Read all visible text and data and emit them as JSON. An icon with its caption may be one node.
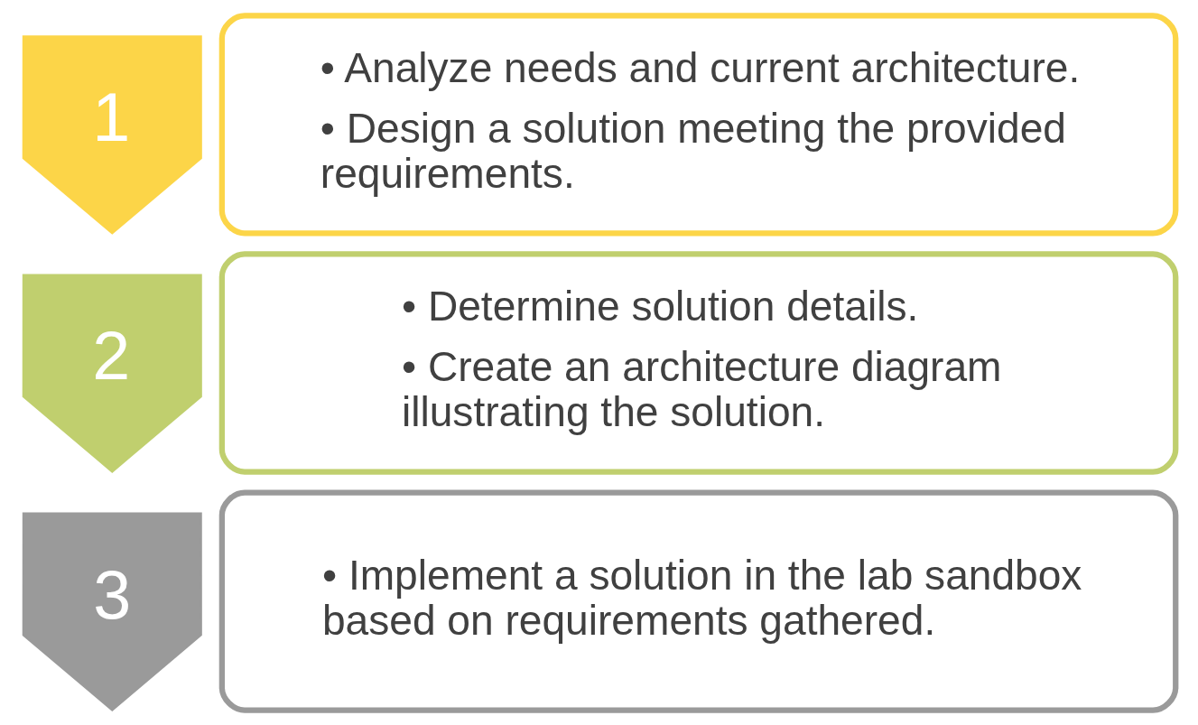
{
  "diagram": {
    "nodes": [
      {
        "text": [
          "1"
        ]
      },
      {
        "text": [
          "• Analyze needs and current architecture.",
          "• Design a solution meeting the provided requirements."
        ]
      },
      {
        "text": [
          "2"
        ]
      },
      {
        "text": [
          "• Determine solution details.",
          "• Create an architecture diagram illustrating the solution."
        ]
      },
      {
        "text": [
          "3"
        ]
      },
      {
        "text": [
          "• Implement a solution in the lab sandbox based on requirements gathered."
        ]
      }
    ]
  }
}
